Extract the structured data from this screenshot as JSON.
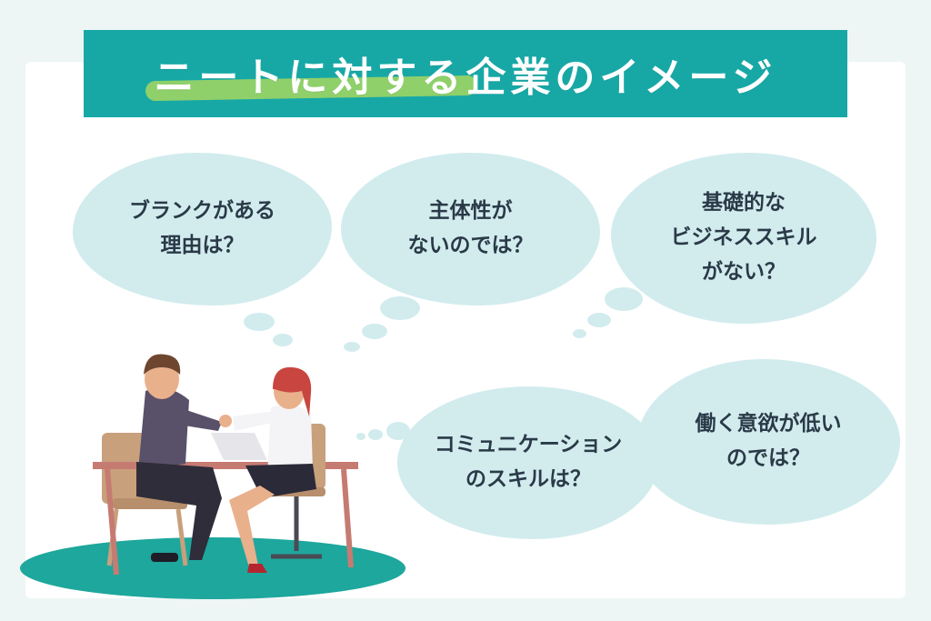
{
  "title": "ニートに対する企業のイメージ",
  "bubbles": {
    "blank": "ブランクがある\n理由は？",
    "initiative": "主体性が\nないのでは？",
    "business_skills": "基礎的な\nビジネススキル\nがない？",
    "communication": "コミュニケーション\nのスキルは？",
    "motivation": "働く意欲が低い\nのでは？"
  },
  "colors": {
    "banner": "#17a8a6",
    "highlight": "#8fd06a",
    "bubble": "#d2ecee",
    "floor": "#1ea79c",
    "text": "#2a3a48"
  }
}
